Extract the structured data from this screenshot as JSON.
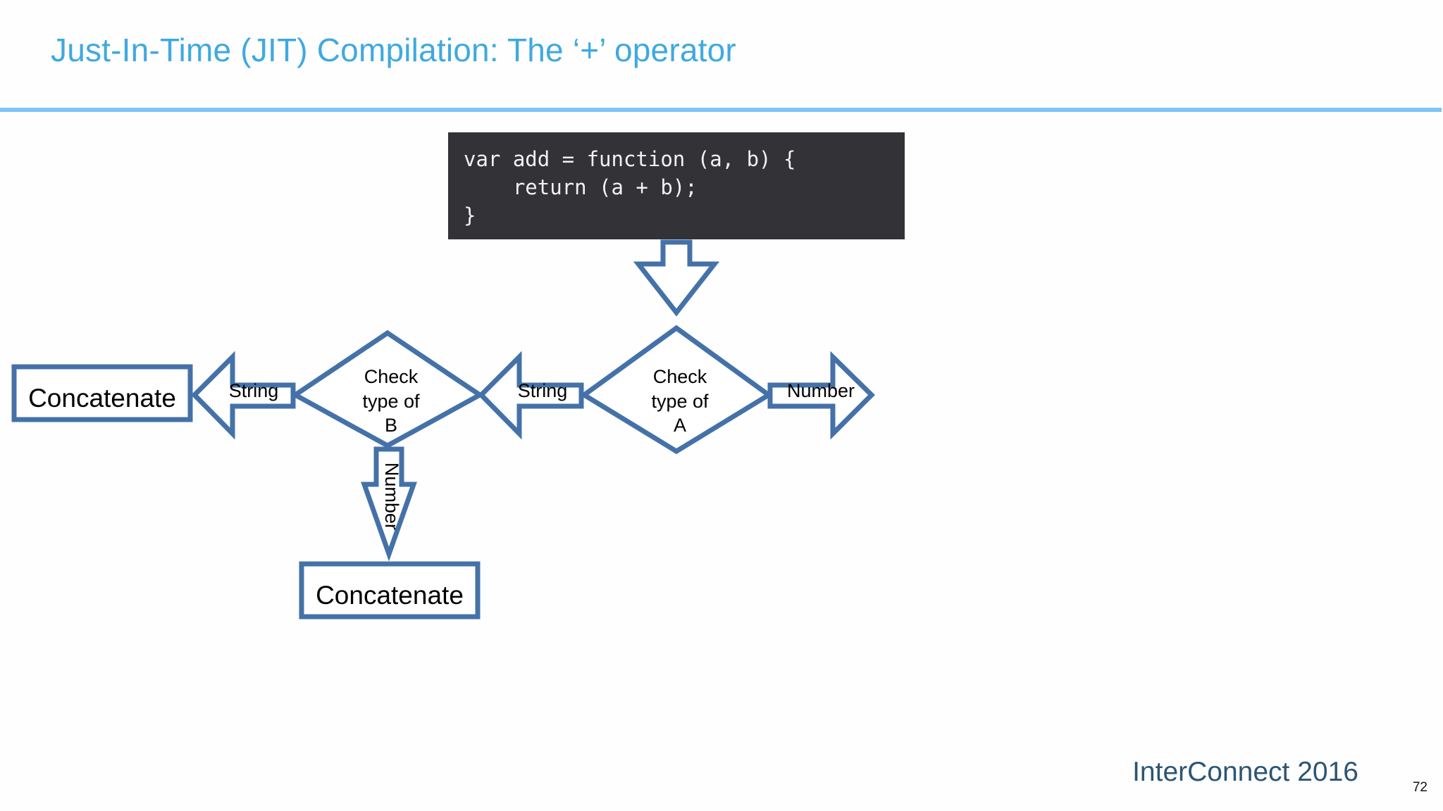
{
  "slide": {
    "title": "Just-In-Time (JIT) Compilation: The ‘+’ operator",
    "title_color": "#3fa9e0",
    "rule_color": "#7ec4f5",
    "background_color": "#fefefe"
  },
  "code": {
    "language": "javascript",
    "background_color": "#333237",
    "text_color": "#f2f2f2",
    "listing": "var add = function (a, b) {\n    return (a + b);\n}"
  },
  "diagram": {
    "shape_outline_color": "#4472a8",
    "shape_fill_color": "#ffffff",
    "shape_text_color": "#000000",
    "nodes": [
      {
        "id": "concat-left",
        "type": "process",
        "label": "Concatenate"
      },
      {
        "id": "diamond-b",
        "type": "decision",
        "label": "Check\ntype of\nB"
      },
      {
        "id": "diamond-a",
        "type": "decision",
        "label": "Check\ntype of\nA"
      },
      {
        "id": "concat-bottom",
        "type": "process",
        "label": "Concatenate"
      }
    ],
    "edges": [
      {
        "id": "code-to-a",
        "label": "",
        "direction": "down",
        "from": "code",
        "to": "diamond-a"
      },
      {
        "id": "a-to-number",
        "label": "Number",
        "direction": "right",
        "from": "diamond-a",
        "to": ""
      },
      {
        "id": "a-to-b",
        "label": "String",
        "direction": "left",
        "from": "diamond-a",
        "to": "diamond-b"
      },
      {
        "id": "b-to-concat-left",
        "label": "String",
        "direction": "left",
        "from": "diamond-b",
        "to": "concat-left"
      },
      {
        "id": "b-to-concat-down",
        "label": "Number",
        "direction": "down",
        "from": "diamond-b",
        "to": "concat-bottom"
      }
    ]
  },
  "footer": {
    "brand": "InterConnect 2016",
    "brand_color": "#2c5572",
    "page_number": "72"
  }
}
